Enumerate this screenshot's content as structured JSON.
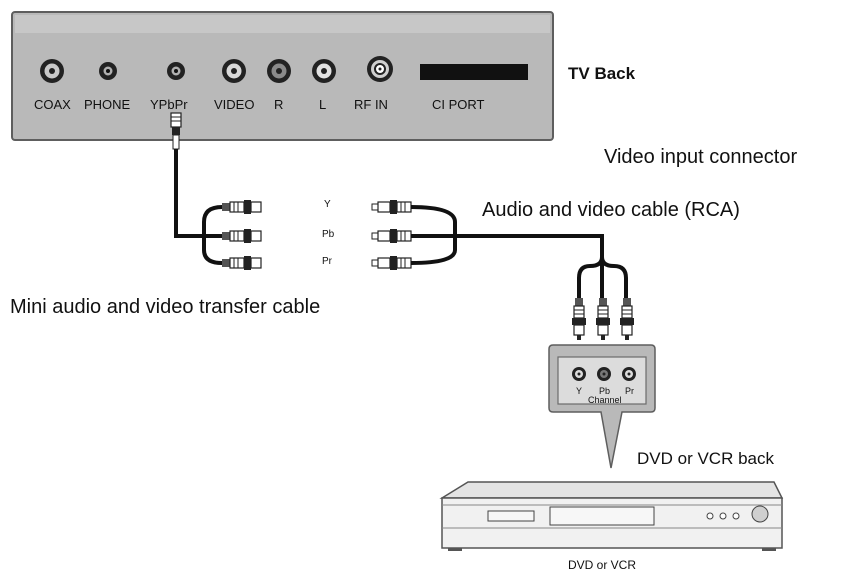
{
  "tv_panel": {
    "title": "TV Back",
    "ports": [
      "COAX",
      "PHONE",
      "YPbPr",
      "VIDEO",
      "R",
      "L",
      "RF IN",
      "CI PORT"
    ]
  },
  "labels": {
    "video_input": "Video input connector",
    "rca_cable": "Audio and video cable (RCA)",
    "mini_cable": "Mini audio and video transfer cable",
    "dvd_back": "DVD or VCR back",
    "dvd_device": "DVD or VCR"
  },
  "splitter": {
    "y": "Y",
    "pb": "Pb",
    "pr": "Pr"
  },
  "dvd_jacks": {
    "y": "Y",
    "pb": "Pb",
    "pr": "Pr",
    "group": "Channel"
  },
  "colors": {
    "panel": "#b8b8b8",
    "panel_stroke": "#666666",
    "cable": "#111111"
  }
}
